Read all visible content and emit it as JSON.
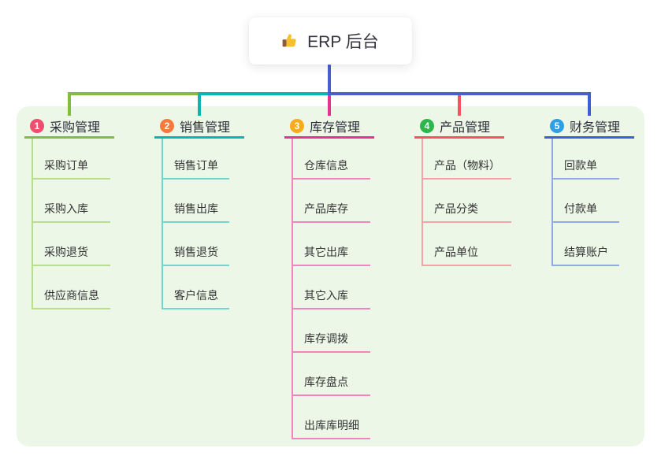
{
  "root": {
    "title": "ERP 后台",
    "icon": "thumbs-up"
  },
  "branches": [
    {
      "index": "1",
      "title": "采购管理",
      "badge_color": "#f04e6e",
      "line_color": "#84bd3c",
      "child_line_color": "#b8dd8d",
      "children": [
        "采购订单",
        "采购入库",
        "采购退货",
        "供应商信息"
      ]
    },
    {
      "index": "2",
      "title": "销售管理",
      "badge_color": "#f67a3c",
      "line_color": "#0db5ab",
      "child_line_color": "#74d6ca",
      "children": [
        "销售订单",
        "销售出库",
        "销售退货",
        "客户信息"
      ]
    },
    {
      "index": "3",
      "title": "库存管理",
      "badge_color": "#f8ab1c",
      "line_color": "#e0368e",
      "child_line_color": "#ef84be",
      "children": [
        "仓库信息",
        "产品库存",
        "其它出库",
        "其它入库",
        "库存调拨",
        "库存盘点",
        "出库库明细"
      ]
    },
    {
      "index": "4",
      "title": "产品管理",
      "badge_color": "#2cb64c",
      "line_color": "#f2555f",
      "child_line_color": "#f7a2a6",
      "children": [
        "产品（物料）",
        "产品分类",
        "产品单位"
      ]
    },
    {
      "index": "5",
      "title": "财务管理",
      "badge_color": "#2f9fe5",
      "line_color": "#3f5ed2",
      "child_line_color": "#93a8e8",
      "children": [
        "回款单",
        "付款单",
        "结算账户"
      ]
    }
  ],
  "colors": {
    "canvas_bg": "#ffffff",
    "panel_bg": "#ecf7e7",
    "root_connector": "#4a5ed4",
    "text": "#333333"
  }
}
